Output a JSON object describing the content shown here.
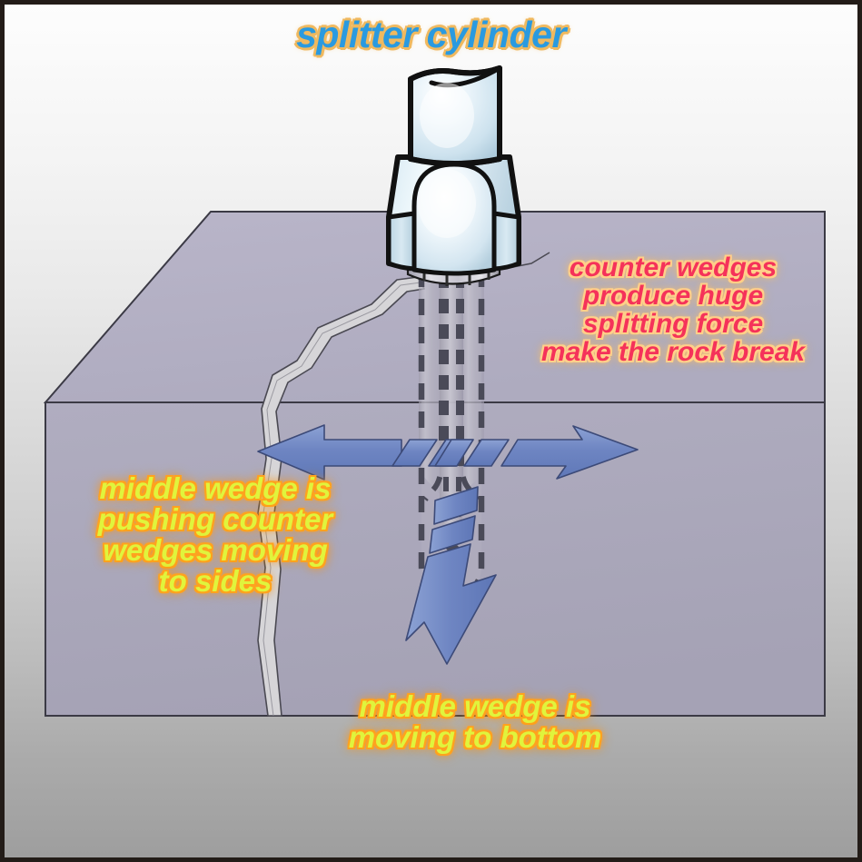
{
  "diagram": {
    "title": "splitter cylinder",
    "subject": "hydraulic rock splitter wedge operation cross-section",
    "captions": {
      "title_label": "splitter cylinder",
      "counter_wedges_label": "counter wedges\nproduce huge\nsplitting force\nmake the rock break",
      "middle_wedge_sides_label": "middle wedge is\npushing counter\nwedges moving\nto sides",
      "middle_wedge_bottom_label": "middle wedge is\nmoving to bottom"
    },
    "colors": {
      "title_text": "#2a9ae0",
      "title_outline": "#f0b95f",
      "counter_wedges_text": "#f5325a",
      "counter_wedges_outline": "#ffd08a",
      "middle_wedge_text": "#e0f43c",
      "middle_wedge_outline": "#ffa21e",
      "rock_top_face": "#b4b0c6",
      "rock_front_face": "#aaa7ba",
      "rock_outline": "#3b3a45",
      "cylinder_body_light": "#fbfdfe",
      "cylinder_body_mid": "#cfe3ee",
      "cylinder_body_shadow": "#a9c7d8",
      "cylinder_outline": "#111111",
      "arrow_fill": "#6b82c0",
      "arrow_fill_light": "#8ea3d2",
      "arrow_outline": "#3c4a78",
      "crack_fill": "#d6d5d8",
      "crack_outline": "#4a4952",
      "wedge_dash": "#4a4a58",
      "wedge_body": "#b9b7c4",
      "frame_border": "#231c18",
      "background_top": "#fdfdfd",
      "background_bottom": "#9e9e9e"
    },
    "elements": {
      "splitter_cylinder": "hydraulic splitter cylinder body above ground",
      "cylinder_collar": "collar flange at base of cylinder",
      "rock_block": "3D rock block being split",
      "middle_wedge": "central tapered wedge driven downward",
      "counter_wedges": "pair of counter wedges forced outward",
      "crack": "propagating crack in rock",
      "arrow_left": "left-pointing force arrow",
      "arrow_right": "right-pointing force arrow",
      "arrow_down": "downward-pointing force arrow"
    }
  }
}
